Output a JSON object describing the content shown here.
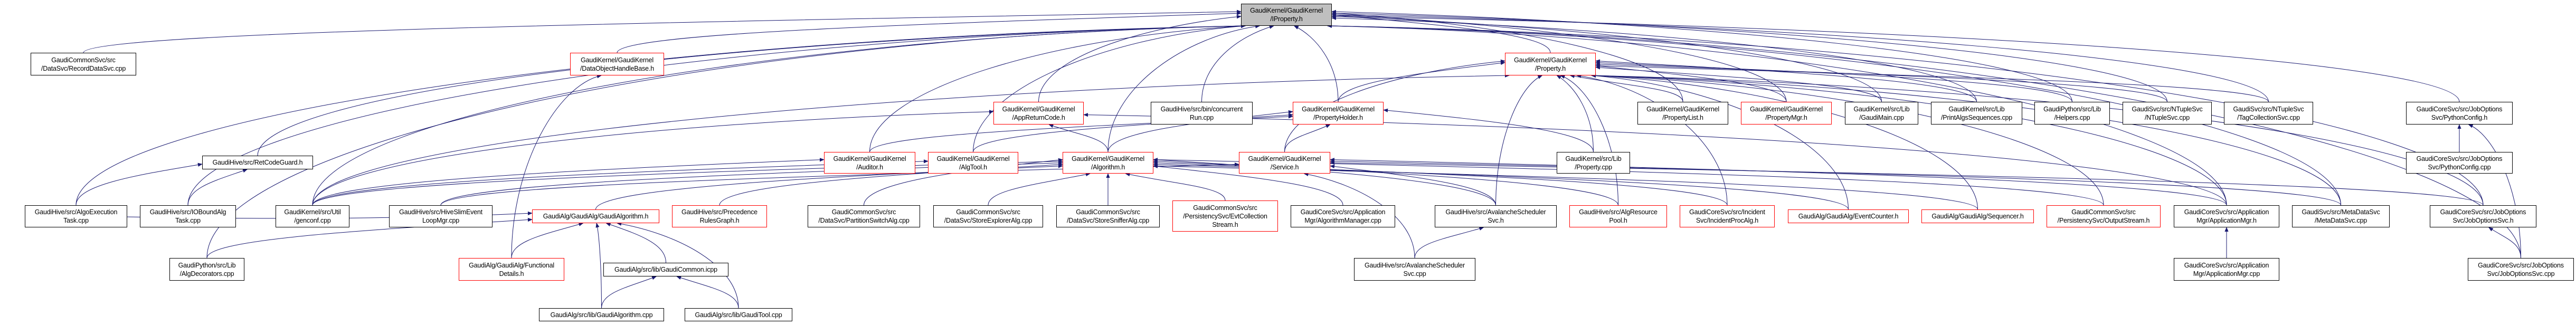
{
  "diagram": {
    "type": "include-dependency-graph",
    "root": "iproperty",
    "colors": {
      "edge": "#191970",
      "root_fill": "#bfbfbf",
      "node_fill": "#ffffff",
      "node_border": "#000000",
      "truncated_border": "#ff0000"
    },
    "nodes": {
      "iproperty": {
        "label": "GaudiKernel/GaudiKernel\n/IProperty.h",
        "style": "root"
      },
      "recorddatasvc": {
        "label": "GaudiCommonSvc/src\n/DataSvc/RecordDataSvc.cpp",
        "style": "normal"
      },
      "dataobjecthandlebase": {
        "label": "GaudiKernel/GaudiKernel\n/DataObjectHandleBase.h",
        "style": "red"
      },
      "property_h": {
        "label": "GaudiKernel/GaudiKernel\n/Property.h",
        "style": "red"
      },
      "appreturncode": {
        "label": "GaudiKernel/GaudiKernel\n/AppReturnCode.h",
        "style": "red"
      },
      "concurrentrun": {
        "label": "GaudiHive/src/bin/concurrent\nRun.cpp",
        "style": "normal"
      },
      "propertyholder": {
        "label": "GaudiKernel/GaudiKernel\n/PropertyHolder.h",
        "style": "red"
      },
      "propertylist": {
        "label": "GaudiKernel/GaudiKernel\n/PropertyList.h",
        "style": "normal"
      },
      "propertymgr": {
        "label": "GaudiKernel/GaudiKernel\n/PropertyMgr.h",
        "style": "red"
      },
      "gaudimain": {
        "label": "GaudiKernel/src/Lib\n/GaudiMain.cpp",
        "style": "normal"
      },
      "printalgssequences": {
        "label": "GaudiKernel/src/Lib\n/PrintAlgsSequences.cpp",
        "style": "normal"
      },
      "helpers": {
        "label": "GaudiPython/src/Lib\n/Helpers.cpp",
        "style": "normal"
      },
      "ntuplesvc": {
        "label": "GaudiSvc/src/NTupleSvc\n/NTupleSvc.cpp",
        "style": "normal"
      },
      "tagcollectionsvc": {
        "label": "GaudiSvc/src/NTupleSvc\n/TagCollectionSvc.cpp",
        "style": "normal"
      },
      "pythonconfig_h": {
        "label": "GaudiCoreSvc/src/JobOptions\nSvc/PythonConfig.h",
        "style": "normal"
      },
      "retcodeguard": {
        "label": "GaudiHive/src/RetCodeGuard.h",
        "style": "normal"
      },
      "auditor": {
        "label": "GaudiKernel/GaudiKernel\n/Auditor.h",
        "style": "red"
      },
      "algtool": {
        "label": "GaudiKernel/GaudiKernel\n/AlgTool.h",
        "style": "red"
      },
      "algorithm_h": {
        "label": "GaudiKernel/GaudiKernel\n/Algorithm.h",
        "style": "red"
      },
      "service_h": {
        "label": "GaudiKernel/GaudiKernel\n/Service.h",
        "style": "red"
      },
      "property_cpp": {
        "label": "GaudiKernel/src/Lib\n/Property.cpp",
        "style": "normal"
      },
      "pythonconfig_cpp": {
        "label": "GaudiCoreSvc/src/JobOptions\nSvc/PythonConfig.cpp",
        "style": "normal"
      },
      "algoexecutiontask": {
        "label": "GaudiHive/src/AlgoExecution\nTask.cpp",
        "style": "normal"
      },
      "ioboundalgtask": {
        "label": "GaudiHive/src/IOBoundAlg\nTask.cpp",
        "style": "normal"
      },
      "genconf": {
        "label": "GaudiKernel/src/Util\n/genconf.cpp",
        "style": "normal"
      },
      "hiveslimeventloopmgr": {
        "label": "GaudiHive/src/HiveSlimEvent\nLoopMgr.cpp",
        "style": "normal"
      },
      "gaudialgorithm_h": {
        "label": "GaudiAlg/GaudiAlg/GaudiAlgorithm.h",
        "style": "red"
      },
      "precedencerulesgraph": {
        "label": "GaudiHive/src/Precedence\nRulesGraph.h",
        "style": "red"
      },
      "partitionswitchalg": {
        "label": "GaudiCommonSvc/src\n/DataSvc/PartitionSwitchAlg.cpp",
        "style": "normal"
      },
      "storeexploreralg": {
        "label": "GaudiCommonSvc/src\n/DataSvc/StoreExplorerAlg.cpp",
        "style": "normal"
      },
      "storesnifferalg": {
        "label": "GaudiCommonSvc/src\n/DataSvc/StoreSnifferAlg.cpp",
        "style": "normal"
      },
      "evtcollectionstream": {
        "label": "GaudiCommonSvc/src\n/PersistencySvc/EvtCollection\nStream.h",
        "style": "red"
      },
      "algorithmmanager": {
        "label": "GaudiCoreSvc/src/Application\nMgr/AlgorithmManager.cpp",
        "style": "normal"
      },
      "avalanche_h": {
        "label": "GaudiHive/src/AvalancheScheduler\nSvc.h",
        "style": "normal"
      },
      "algresourcepool": {
        "label": "GaudiHive/src/AlgResource\nPool.h",
        "style": "red"
      },
      "incidentprocalg": {
        "label": "GaudiCoreSvc/src/Incident\nSvc/IncidentProcAlg.h",
        "style": "red"
      },
      "eventcounter": {
        "label": "GaudiAlg/GaudiAlg/EventCounter.h",
        "style": "red"
      },
      "sequencer": {
        "label": "GaudiAlg/GaudiAlg/Sequencer.h",
        "style": "red"
      },
      "outputstream": {
        "label": "GaudiCommonSvc/src\n/PersistencySvc/OutputStream.h",
        "style": "red"
      },
      "applicationmgr_h": {
        "label": "GaudiCoreSvc/src/Application\nMgr/ApplicationMgr.h",
        "style": "normal"
      },
      "metadatasvc": {
        "label": "GaudiSvc/src/MetaDataSvc\n/MetaDataSvc.cpp",
        "style": "normal"
      },
      "joboptionssvc_h": {
        "label": "GaudiCoreSvc/src/JobOptions\nSvc/JobOptionsSvc.h",
        "style": "normal"
      },
      "algdecorators": {
        "label": "GaudiPython/src/Lib\n/AlgDecorators.cpp",
        "style": "normal"
      },
      "functionaldetails": {
        "label": "GaudiAlg/GaudiAlg/Functional\nDetails.h",
        "style": "red"
      },
      "gaudicommon_icpp": {
        "label": "GaudiAlg/src/lib/GaudiCommon.icpp",
        "style": "normal"
      },
      "avalanche_cpp": {
        "label": "GaudiHive/src/AvalancheScheduler\nSvc.cpp",
        "style": "normal"
      },
      "applicationmgr_cpp": {
        "label": "GaudiCoreSvc/src/Application\nMgr/ApplicationMgr.cpp",
        "style": "normal"
      },
      "joboptionssvc_cpp": {
        "label": "GaudiCoreSvc/src/JobOptions\nSvc/JobOptionsSvc.cpp",
        "style": "normal"
      },
      "gaudialgorithm_cpp": {
        "label": "GaudiAlg/src/lib/GaudiAlgorithm.cpp",
        "style": "normal"
      },
      "gauditool_cpp": {
        "label": "GaudiAlg/src/lib/GaudiTool.cpp",
        "style": "normal"
      }
    },
    "edges": [
      [
        "recorddatasvc",
        "iproperty"
      ],
      [
        "dataobjecthandlebase",
        "iproperty"
      ],
      [
        "property_h",
        "iproperty"
      ],
      [
        "appreturncode",
        "iproperty"
      ],
      [
        "concurrentrun",
        "iproperty"
      ],
      [
        "propertyholder",
        "iproperty"
      ],
      [
        "propertylist",
        "iproperty"
      ],
      [
        "propertymgr",
        "iproperty"
      ],
      [
        "gaudimain",
        "iproperty"
      ],
      [
        "printalgssequences",
        "iproperty"
      ],
      [
        "helpers",
        "iproperty"
      ],
      [
        "ntuplesvc",
        "iproperty"
      ],
      [
        "tagcollectionsvc",
        "iproperty"
      ],
      [
        "pythonconfig_h",
        "iproperty"
      ],
      [
        "retcodeguard",
        "iproperty"
      ],
      [
        "auditor",
        "iproperty"
      ],
      [
        "algtool",
        "iproperty"
      ],
      [
        "algorithm_h",
        "iproperty"
      ],
      [
        "algoexecutiontask",
        "iproperty"
      ],
      [
        "ioboundalgtask",
        "iproperty"
      ],
      [
        "genconf",
        "iproperty"
      ],
      [
        "algdecorators",
        "iproperty"
      ],
      [
        "metadatasvc",
        "iproperty"
      ],
      [
        "joboptionssvc_h",
        "iproperty"
      ],
      [
        "applicationmgr_h",
        "iproperty"
      ],
      [
        "joboptionssvc_cpp",
        "iproperty"
      ],
      [
        "propertyholder",
        "property_h"
      ],
      [
        "propertylist",
        "property_h"
      ],
      [
        "propertymgr",
        "property_h"
      ],
      [
        "gaudimain",
        "property_h"
      ],
      [
        "printalgssequences",
        "property_h"
      ],
      [
        "helpers",
        "property_h"
      ],
      [
        "ntuplesvc",
        "property_h"
      ],
      [
        "tagcollectionsvc",
        "property_h"
      ],
      [
        "property_cpp",
        "property_h"
      ],
      [
        "service_h",
        "property_h"
      ],
      [
        "avalanche_h",
        "property_h"
      ],
      [
        "algresourcepool",
        "property_h"
      ],
      [
        "incidentprocalg",
        "property_h"
      ],
      [
        "eventcounter",
        "property_h"
      ],
      [
        "sequencer",
        "property_h"
      ],
      [
        "outputstream",
        "property_h"
      ],
      [
        "applicationmgr_h",
        "property_h"
      ],
      [
        "metadatasvc",
        "property_h"
      ],
      [
        "joboptionssvc_h",
        "property_h"
      ],
      [
        "genconf",
        "property_h"
      ],
      [
        "algorithm_h",
        "propertyholder"
      ],
      [
        "service_h",
        "propertyholder"
      ],
      [
        "algtool",
        "propertyholder"
      ],
      [
        "auditor",
        "propertyholder"
      ],
      [
        "property_cpp",
        "propertyholder"
      ],
      [
        "genconf",
        "appreturncode"
      ],
      [
        "algorithm_h",
        "appreturncode"
      ],
      [
        "applicationmgr_h",
        "appreturncode"
      ],
      [
        "gaudialgorithm_h",
        "algorithm_h"
      ],
      [
        "partitionswitchalg",
        "algorithm_h"
      ],
      [
        "storeexploreralg",
        "algorithm_h"
      ],
      [
        "storesnifferalg",
        "algorithm_h"
      ],
      [
        "evtcollectionstream",
        "algorithm_h"
      ],
      [
        "algorithmmanager",
        "algorithm_h"
      ],
      [
        "avalanche_h",
        "algorithm_h"
      ],
      [
        "algresourcepool",
        "algorithm_h"
      ],
      [
        "incidentprocalg",
        "algorithm_h"
      ],
      [
        "eventcounter",
        "algorithm_h"
      ],
      [
        "sequencer",
        "algorithm_h"
      ],
      [
        "outputstream",
        "algorithm_h"
      ],
      [
        "genconf",
        "algorithm_h"
      ],
      [
        "hiveslimeventloopmgr",
        "algorithm_h"
      ],
      [
        "precedencerulesgraph",
        "algorithm_h"
      ],
      [
        "avalanche_h",
        "service_h"
      ],
      [
        "applicationmgr_h",
        "service_h"
      ],
      [
        "metadatasvc",
        "service_h"
      ],
      [
        "joboptionssvc_h",
        "service_h"
      ],
      [
        "hiveslimeventloopmgr",
        "service_h"
      ],
      [
        "avalanche_cpp",
        "service_h"
      ],
      [
        "genconf",
        "auditor"
      ],
      [
        "genconf",
        "algtool"
      ],
      [
        "functionaldetails",
        "dataobjecthandlebase"
      ],
      [
        "algoexecutiontask",
        "retcodeguard"
      ],
      [
        "ioboundalgtask",
        "retcodeguard"
      ],
      [
        "functionaldetails",
        "gaudialgorithm_h"
      ],
      [
        "gaudicommon_icpp",
        "gaudialgorithm_h"
      ],
      [
        "gaudialgorithm_cpp",
        "gaudialgorithm_h"
      ],
      [
        "gauditool_cpp",
        "gaudialgorithm_h"
      ],
      [
        "algdecorators",
        "gaudialgorithm_h"
      ],
      [
        "algoexecutiontask",
        "gaudialgorithm_h"
      ],
      [
        "gaudialgorithm_cpp",
        "gaudicommon_icpp"
      ],
      [
        "gauditool_cpp",
        "gaudicommon_icpp"
      ],
      [
        "avalanche_cpp",
        "avalanche_h"
      ],
      [
        "applicationmgr_cpp",
        "applicationmgr_h"
      ],
      [
        "pythonconfig_cpp",
        "pythonconfig_h"
      ],
      [
        "joboptionssvc_cpp",
        "joboptionssvc_h"
      ],
      [
        "joboptionssvc_cpp",
        "pythonconfig_h"
      ]
    ]
  }
}
